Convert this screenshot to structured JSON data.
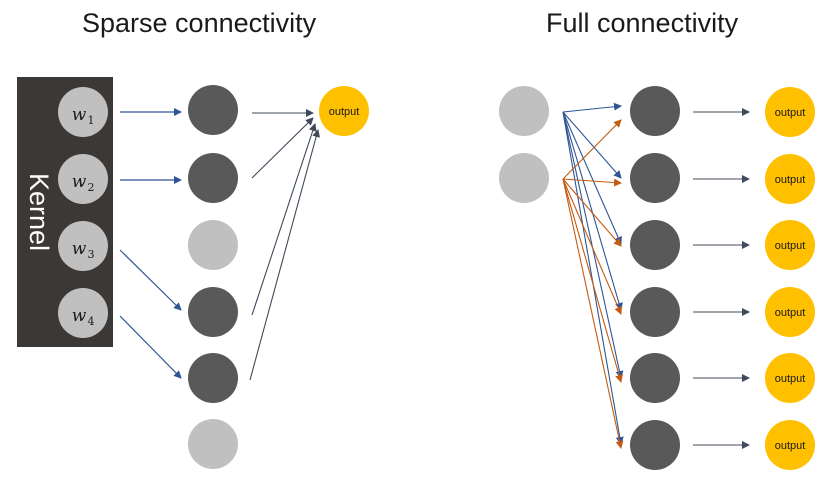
{
  "left_panel": {
    "title": "Sparse connectivity",
    "kernel_label": "Kernel",
    "weights": [
      {
        "base": "w",
        "sub": "1"
      },
      {
        "base": "w",
        "sub": "2"
      },
      {
        "base": "w",
        "sub": "3"
      },
      {
        "base": "w",
        "sub": "4"
      }
    ],
    "output_label": "output",
    "hidden_nodes": [
      "active",
      "active",
      "inactive",
      "active",
      "active",
      "inactive"
    ]
  },
  "right_panel": {
    "title": "Full connectivity",
    "input_count": 2,
    "hidden_count": 6,
    "output_labels": [
      "output",
      "output",
      "output",
      "output",
      "output",
      "output"
    ]
  },
  "colors": {
    "kernel_bg": "#3b3836",
    "light_node": "#c0c0c0",
    "dark_node": "#595959",
    "output_node": "#ffc000",
    "blue_arrow": "#2f5597",
    "orange_arrow": "#c55a11",
    "gray_arrow": "#404a5a"
  }
}
